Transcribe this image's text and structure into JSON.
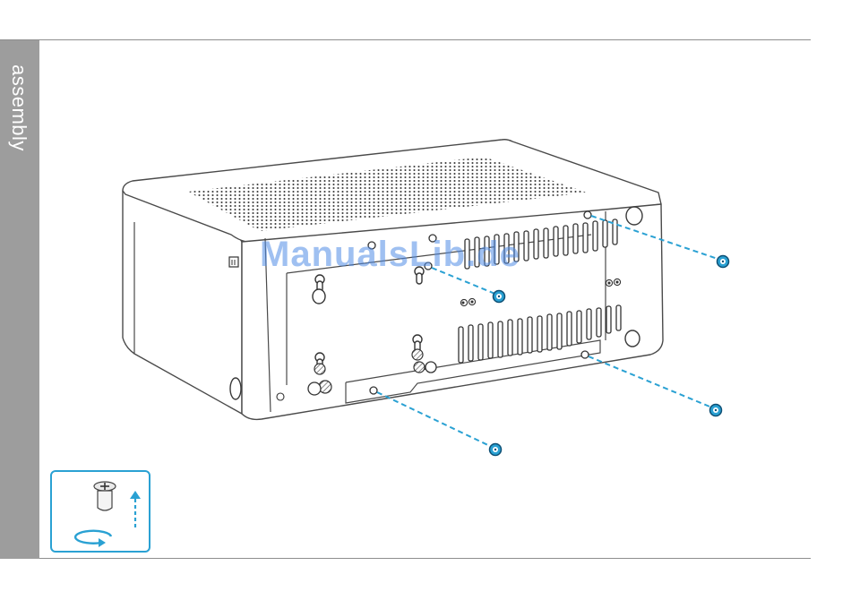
{
  "section": {
    "tab_label": "assembly",
    "tab_color": "#9d9d9d"
  },
  "watermark": {
    "text": "ManualsLib.de"
  },
  "figure": {
    "subject": "mini-pc-underside",
    "screw_callouts": 4,
    "callout_color": "#2aa1d3",
    "icons": [
      "screw-icon",
      "up-arrow-icon",
      "rotate-arrow-icon"
    ]
  }
}
